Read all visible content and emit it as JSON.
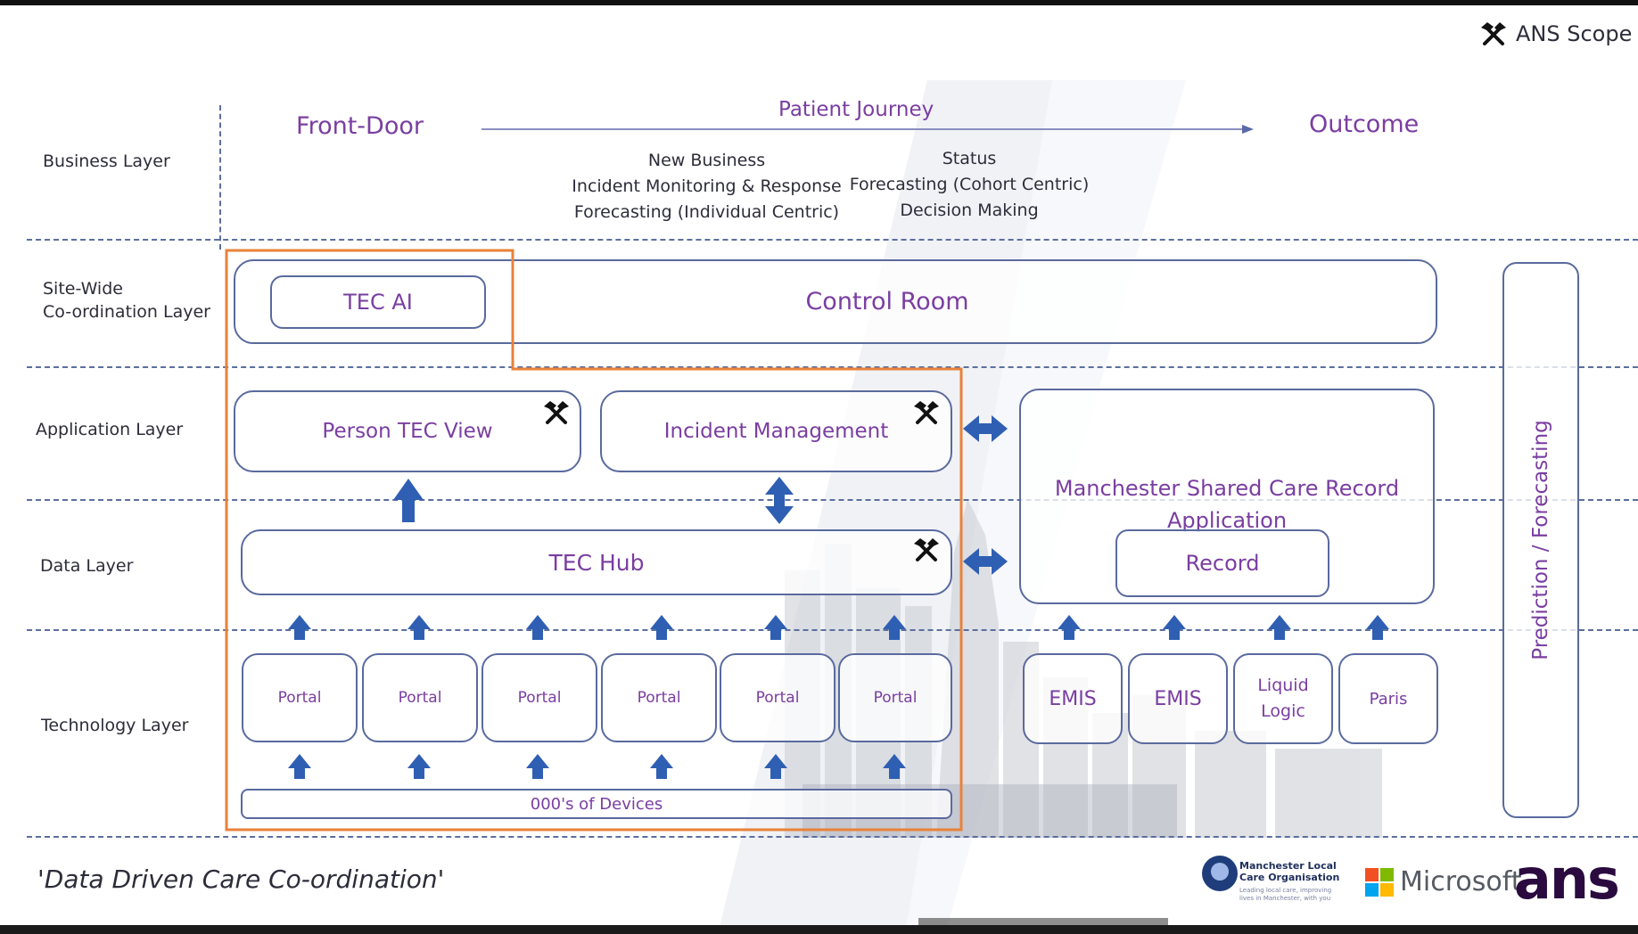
{
  "scope": {
    "label": "ANS Scope",
    "icon": "hammer-pick-icon"
  },
  "layers": [
    "Business Layer",
    "Site-Wide\nCo-ordination Layer",
    "Application Layer",
    "Data Layer",
    "Technology Layer"
  ],
  "business": {
    "front_door": "Front-Door",
    "journey": "Patient Journey",
    "outcome": "Outcome",
    "col1": [
      "New Business",
      "Incident Monitoring & Response",
      "Forecasting (Individual Centric)"
    ],
    "col2": [
      "Status",
      "Forecasting (Cohort Centric)",
      "Decision Making"
    ]
  },
  "site_wide": {
    "tec_ai": "TEC AI",
    "control_room": "Control Room"
  },
  "application": {
    "person_tec_view": "Person TEC View",
    "incident_management": "Incident Management",
    "mscr": [
      "Manchester Shared Care Record",
      "Application"
    ]
  },
  "data": {
    "tec_hub": "TEC Hub",
    "record": "Record"
  },
  "technology": {
    "portals": [
      "Portal",
      "Portal",
      "Portal",
      "Portal",
      "Portal",
      "Portal"
    ],
    "devices": "000's of Devices",
    "systems": [
      "EMIS",
      "EMIS",
      "Liquid\nLogic",
      "Paris"
    ]
  },
  "side_panel": "Prediction / Forecasting",
  "footer": {
    "tagline": "'Data Driven Care Co-ordination'",
    "mlco": [
      "Manchester Local",
      "Care Organisation"
    ],
    "mlco_small": [
      "Leading local care, improving",
      "lives in Manchester, with you"
    ],
    "microsoft": "Microsoft",
    "ans": "ans"
  },
  "colors": {
    "purple": "#7a3ea1",
    "orange": "#e8823a",
    "arrow_blue": "#2f5fb3",
    "dash": "#5b6f9e"
  }
}
